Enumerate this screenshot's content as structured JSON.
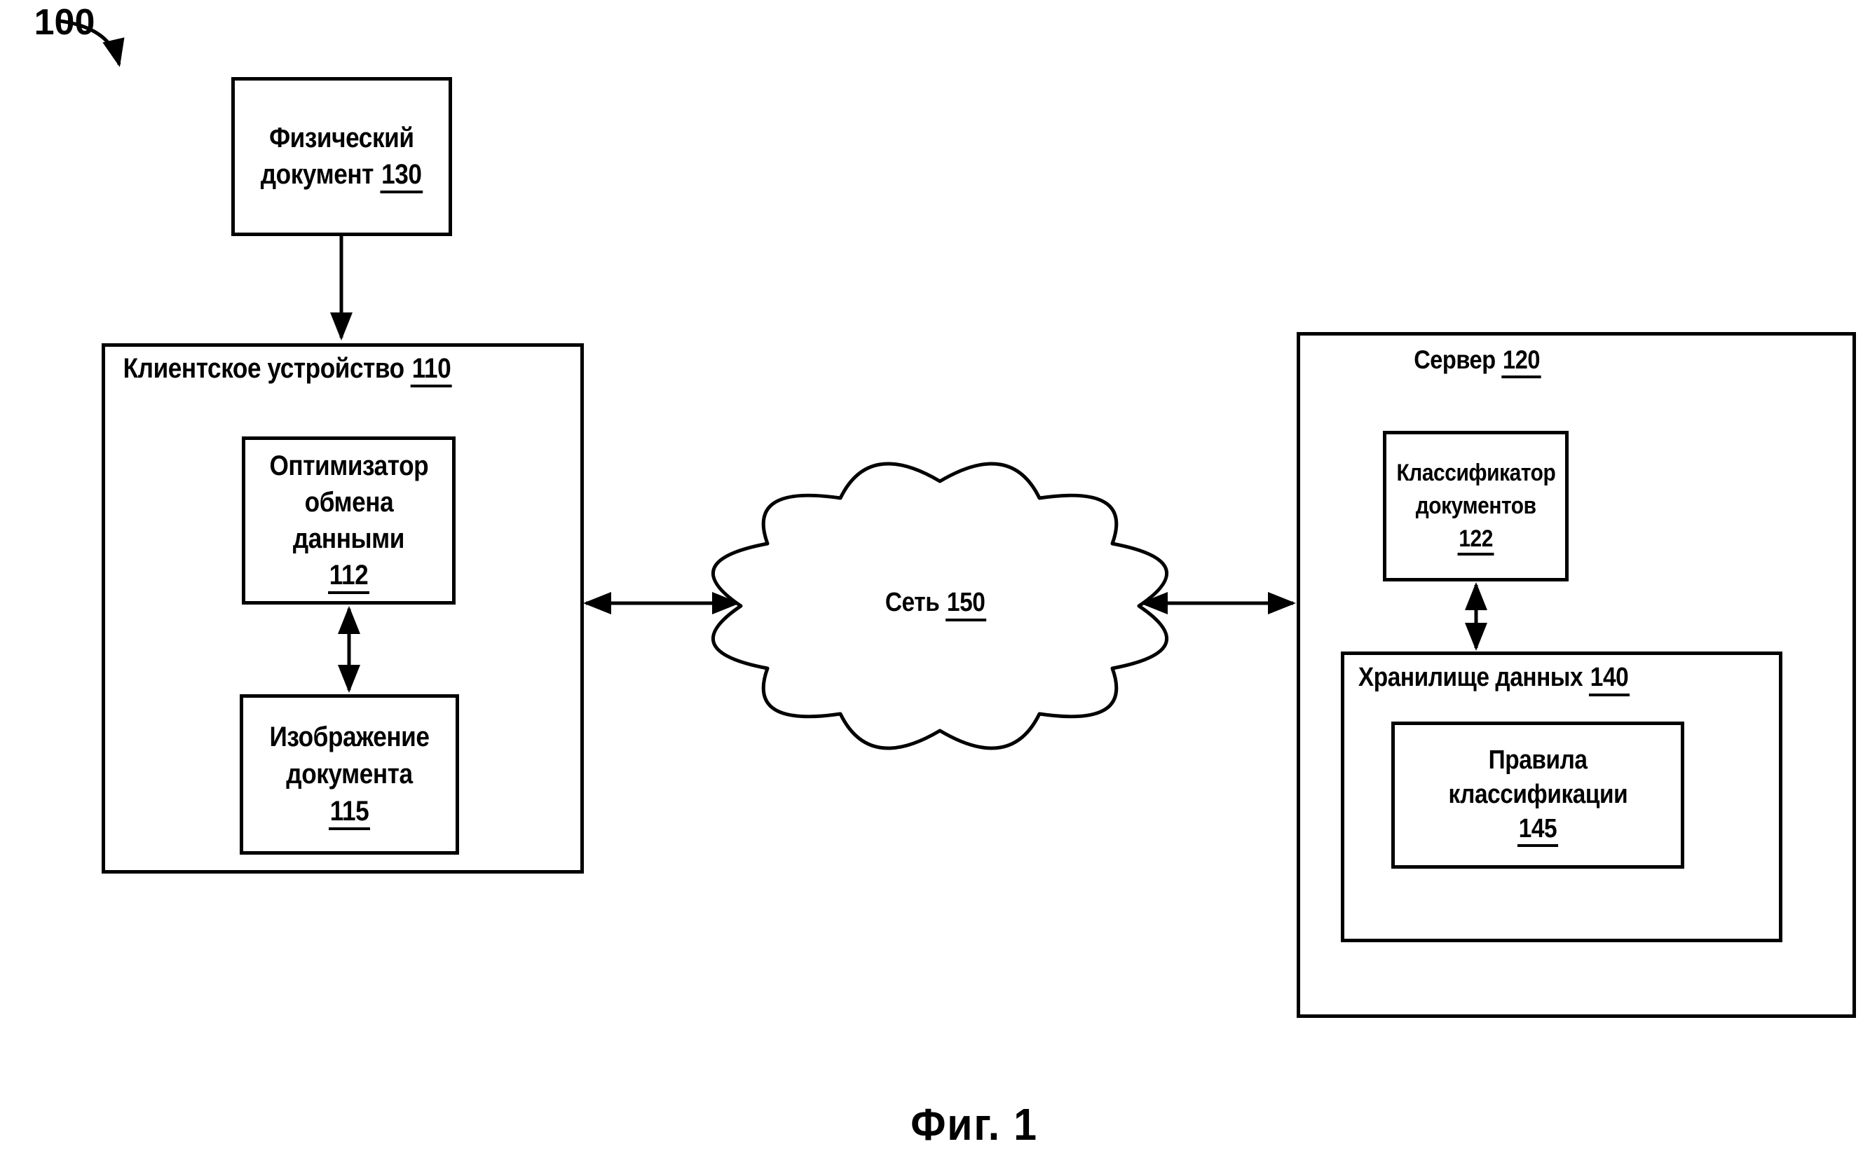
{
  "figure": {
    "reference_label": "100",
    "caption": "Фиг. 1"
  },
  "colors": {
    "ink": "#000000",
    "paper": "#ffffff"
  },
  "nodes": {
    "physical_document": {
      "lines": [
        "Физический",
        "документ"
      ],
      "number": "130"
    },
    "client_device": {
      "label": "Клиентское устройство",
      "number": "110"
    },
    "data_exchange_optimizer": {
      "lines": [
        "Оптимизатор",
        "обмена",
        "данными"
      ],
      "number": "112"
    },
    "document_image": {
      "lines": [
        "Изображение",
        "документа"
      ],
      "number": "115"
    },
    "network": {
      "label": "Сеть",
      "number": "150"
    },
    "server": {
      "label": "Сервер",
      "number": "120"
    },
    "document_classifier": {
      "lines": [
        "Классификатор",
        "документов"
      ],
      "number": "122"
    },
    "data_store": {
      "label": "Хранилище данных",
      "number": "140"
    },
    "classification_rules": {
      "lines": [
        "Правила",
        "классификации"
      ],
      "number": "145"
    }
  },
  "edges": [
    {
      "from": "130",
      "to": "110",
      "type": "arrow"
    },
    {
      "from": "112",
      "to": "115",
      "type": "double-arrow"
    },
    {
      "from": "110",
      "to": "150",
      "type": "double-arrow"
    },
    {
      "from": "150",
      "to": "120",
      "type": "double-arrow"
    },
    {
      "from": "122",
      "to": "140",
      "type": "double-arrow"
    }
  ]
}
